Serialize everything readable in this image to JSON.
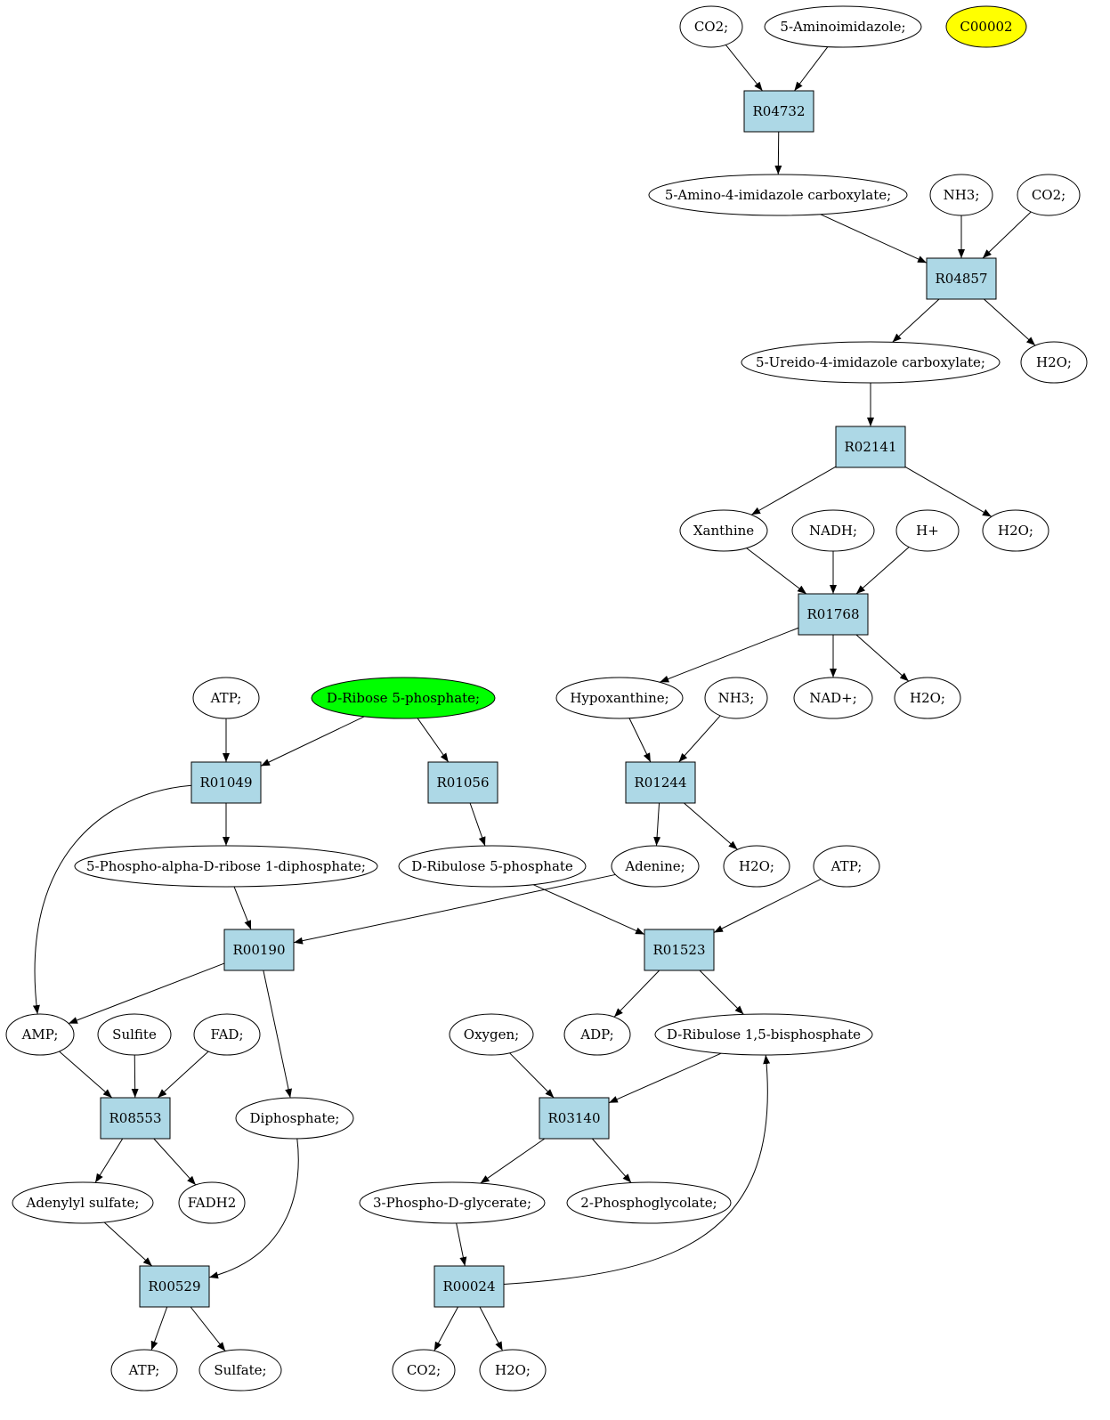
{
  "colors": {
    "compound": "#ffffff",
    "reaction": "#add8e6",
    "start_compound": "#00ff00",
    "target_compound": "#ffff00",
    "edge": "#000000"
  },
  "nodes": [
    {
      "id": "c_co2_1",
      "kind": "compound",
      "label": "CO2;"
    },
    {
      "id": "c_aminoimid",
      "kind": "compound",
      "label": "5-Aminoimidazole;"
    },
    {
      "id": "c_c00002",
      "kind": "compound",
      "label": "C00002",
      "highlight": "target"
    },
    {
      "id": "r_R04732",
      "kind": "reaction",
      "label": "R04732"
    },
    {
      "id": "c_aica",
      "kind": "compound",
      "label": "5-Amino-4-imidazole carboxylate;"
    },
    {
      "id": "c_nh3_1",
      "kind": "compound",
      "label": "NH3;"
    },
    {
      "id": "c_co2_2",
      "kind": "compound",
      "label": "CO2;"
    },
    {
      "id": "r_R04857",
      "kind": "reaction",
      "label": "R04857"
    },
    {
      "id": "c_uica",
      "kind": "compound",
      "label": "5-Ureido-4-imidazole carboxylate;"
    },
    {
      "id": "c_h2o_1",
      "kind": "compound",
      "label": "H2O;"
    },
    {
      "id": "r_R02141",
      "kind": "reaction",
      "label": "R02141"
    },
    {
      "id": "c_xanthine",
      "kind": "compound",
      "label": "Xanthine"
    },
    {
      "id": "c_nadh",
      "kind": "compound",
      "label": "NADH;"
    },
    {
      "id": "c_hplus",
      "kind": "compound",
      "label": "H+"
    },
    {
      "id": "c_h2o_2",
      "kind": "compound",
      "label": "H2O;"
    },
    {
      "id": "r_R01768",
      "kind": "reaction",
      "label": "R01768"
    },
    {
      "id": "c_atp_1",
      "kind": "compound",
      "label": "ATP;"
    },
    {
      "id": "c_r5p",
      "kind": "compound",
      "label": "D-Ribose 5-phosphate;",
      "highlight": "start"
    },
    {
      "id": "c_hypox",
      "kind": "compound",
      "label": "Hypoxanthine;"
    },
    {
      "id": "c_nh3_2",
      "kind": "compound",
      "label": "NH3;"
    },
    {
      "id": "c_nadplus",
      "kind": "compound",
      "label": "NAD+;"
    },
    {
      "id": "c_h2o_3",
      "kind": "compound",
      "label": "H2O;"
    },
    {
      "id": "r_R01049",
      "kind": "reaction",
      "label": "R01049"
    },
    {
      "id": "r_R01056",
      "kind": "reaction",
      "label": "R01056"
    },
    {
      "id": "r_R01244",
      "kind": "reaction",
      "label": "R01244"
    },
    {
      "id": "c_prpp",
      "kind": "compound",
      "label": "5-Phospho-alpha-D-ribose 1-diphosphate;"
    },
    {
      "id": "c_ru5p",
      "kind": "compound",
      "label": "D-Ribulose 5-phosphate"
    },
    {
      "id": "c_adenine",
      "kind": "compound",
      "label": "Adenine;"
    },
    {
      "id": "c_h2o_4",
      "kind": "compound",
      "label": "H2O;"
    },
    {
      "id": "c_atp_2",
      "kind": "compound",
      "label": "ATP;"
    },
    {
      "id": "r_R00190",
      "kind": "reaction",
      "label": "R00190"
    },
    {
      "id": "r_R01523",
      "kind": "reaction",
      "label": "R01523"
    },
    {
      "id": "c_amp",
      "kind": "compound",
      "label": "AMP;"
    },
    {
      "id": "c_sulfite",
      "kind": "compound",
      "label": "Sulfite"
    },
    {
      "id": "c_fad",
      "kind": "compound",
      "label": "FAD;"
    },
    {
      "id": "c_oxygen",
      "kind": "compound",
      "label": "Oxygen;"
    },
    {
      "id": "c_adp",
      "kind": "compound",
      "label": "ADP;"
    },
    {
      "id": "c_rubp",
      "kind": "compound",
      "label": "D-Ribulose 1,5-bisphosphate"
    },
    {
      "id": "r_R08553",
      "kind": "reaction",
      "label": "R08553"
    },
    {
      "id": "c_diphos",
      "kind": "compound",
      "label": "Diphosphate;"
    },
    {
      "id": "r_R03140",
      "kind": "reaction",
      "label": "R03140"
    },
    {
      "id": "c_aps",
      "kind": "compound",
      "label": "Adenylyl sulfate;"
    },
    {
      "id": "c_fadh2",
      "kind": "compound",
      "label": "FADH2"
    },
    {
      "id": "c_3pg",
      "kind": "compound",
      "label": "3-Phospho-D-glycerate;"
    },
    {
      "id": "c_2pglyc",
      "kind": "compound",
      "label": "2-Phosphoglycolate;"
    },
    {
      "id": "r_R00529",
      "kind": "reaction",
      "label": "R00529"
    },
    {
      "id": "r_R00024",
      "kind": "reaction",
      "label": "R00024"
    },
    {
      "id": "c_atp_3",
      "kind": "compound",
      "label": "ATP;"
    },
    {
      "id": "c_sulfate",
      "kind": "compound",
      "label": "Sulfate;"
    },
    {
      "id": "c_co2_3",
      "kind": "compound",
      "label": "CO2;"
    },
    {
      "id": "c_h2o_5",
      "kind": "compound",
      "label": "H2O;"
    }
  ],
  "edges": [
    {
      "from": "c_co2_1",
      "to": "r_R04732"
    },
    {
      "from": "c_aminoimid",
      "to": "r_R04732"
    },
    {
      "from": "r_R04732",
      "to": "c_aica"
    },
    {
      "from": "c_aica",
      "to": "r_R04857"
    },
    {
      "from": "c_nh3_1",
      "to": "r_R04857"
    },
    {
      "from": "c_co2_2",
      "to": "r_R04857"
    },
    {
      "from": "r_R04857",
      "to": "c_uica"
    },
    {
      "from": "r_R04857",
      "to": "c_h2o_1"
    },
    {
      "from": "c_uica",
      "to": "r_R02141"
    },
    {
      "from": "r_R02141",
      "to": "c_xanthine"
    },
    {
      "from": "r_R02141",
      "to": "c_h2o_2"
    },
    {
      "from": "c_xanthine",
      "to": "r_R01768"
    },
    {
      "from": "c_nadh",
      "to": "r_R01768"
    },
    {
      "from": "c_hplus",
      "to": "r_R01768"
    },
    {
      "from": "r_R01768",
      "to": "c_hypox"
    },
    {
      "from": "r_R01768",
      "to": "c_nadplus"
    },
    {
      "from": "r_R01768",
      "to": "c_h2o_3"
    },
    {
      "from": "c_atp_1",
      "to": "r_R01049"
    },
    {
      "from": "c_r5p",
      "to": "r_R01049"
    },
    {
      "from": "c_r5p",
      "to": "r_R01056"
    },
    {
      "from": "c_hypox",
      "to": "r_R01244"
    },
    {
      "from": "c_nh3_2",
      "to": "r_R01244"
    },
    {
      "from": "r_R01049",
      "to": "c_prpp"
    },
    {
      "from": "r_R01049",
      "to": "c_amp",
      "curve": true
    },
    {
      "from": "r_R01056",
      "to": "c_ru5p"
    },
    {
      "from": "r_R01244",
      "to": "c_adenine"
    },
    {
      "from": "r_R01244",
      "to": "c_h2o_4"
    },
    {
      "from": "c_prpp",
      "to": "r_R00190"
    },
    {
      "from": "c_adenine",
      "to": "r_R00190"
    },
    {
      "from": "c_ru5p",
      "to": "r_R01523"
    },
    {
      "from": "c_atp_2",
      "to": "r_R01523"
    },
    {
      "from": "r_R00190",
      "to": "c_amp"
    },
    {
      "from": "r_R00190",
      "to": "c_diphos"
    },
    {
      "from": "r_R01523",
      "to": "c_adp"
    },
    {
      "from": "r_R01523",
      "to": "c_rubp"
    },
    {
      "from": "c_amp",
      "to": "r_R08553"
    },
    {
      "from": "c_sulfite",
      "to": "r_R08553"
    },
    {
      "from": "c_fad",
      "to": "r_R08553"
    },
    {
      "from": "c_oxygen",
      "to": "r_R03140"
    },
    {
      "from": "c_rubp",
      "to": "r_R03140"
    },
    {
      "from": "r_R08553",
      "to": "c_aps"
    },
    {
      "from": "r_R08553",
      "to": "c_fadh2"
    },
    {
      "from": "r_R03140",
      "to": "c_3pg"
    },
    {
      "from": "r_R03140",
      "to": "c_2pglyc"
    },
    {
      "from": "c_aps",
      "to": "r_R00529"
    },
    {
      "from": "c_diphos",
      "to": "r_R00529",
      "curve": true
    },
    {
      "from": "c_3pg",
      "to": "r_R00024"
    },
    {
      "from": "r_R00024",
      "to": "c_rubp",
      "curve": true
    },
    {
      "from": "r_R00529",
      "to": "c_atp_3"
    },
    {
      "from": "r_R00529",
      "to": "c_sulfate"
    },
    {
      "from": "r_R00024",
      "to": "c_co2_3"
    },
    {
      "from": "r_R00024",
      "to": "c_h2o_5"
    }
  ]
}
